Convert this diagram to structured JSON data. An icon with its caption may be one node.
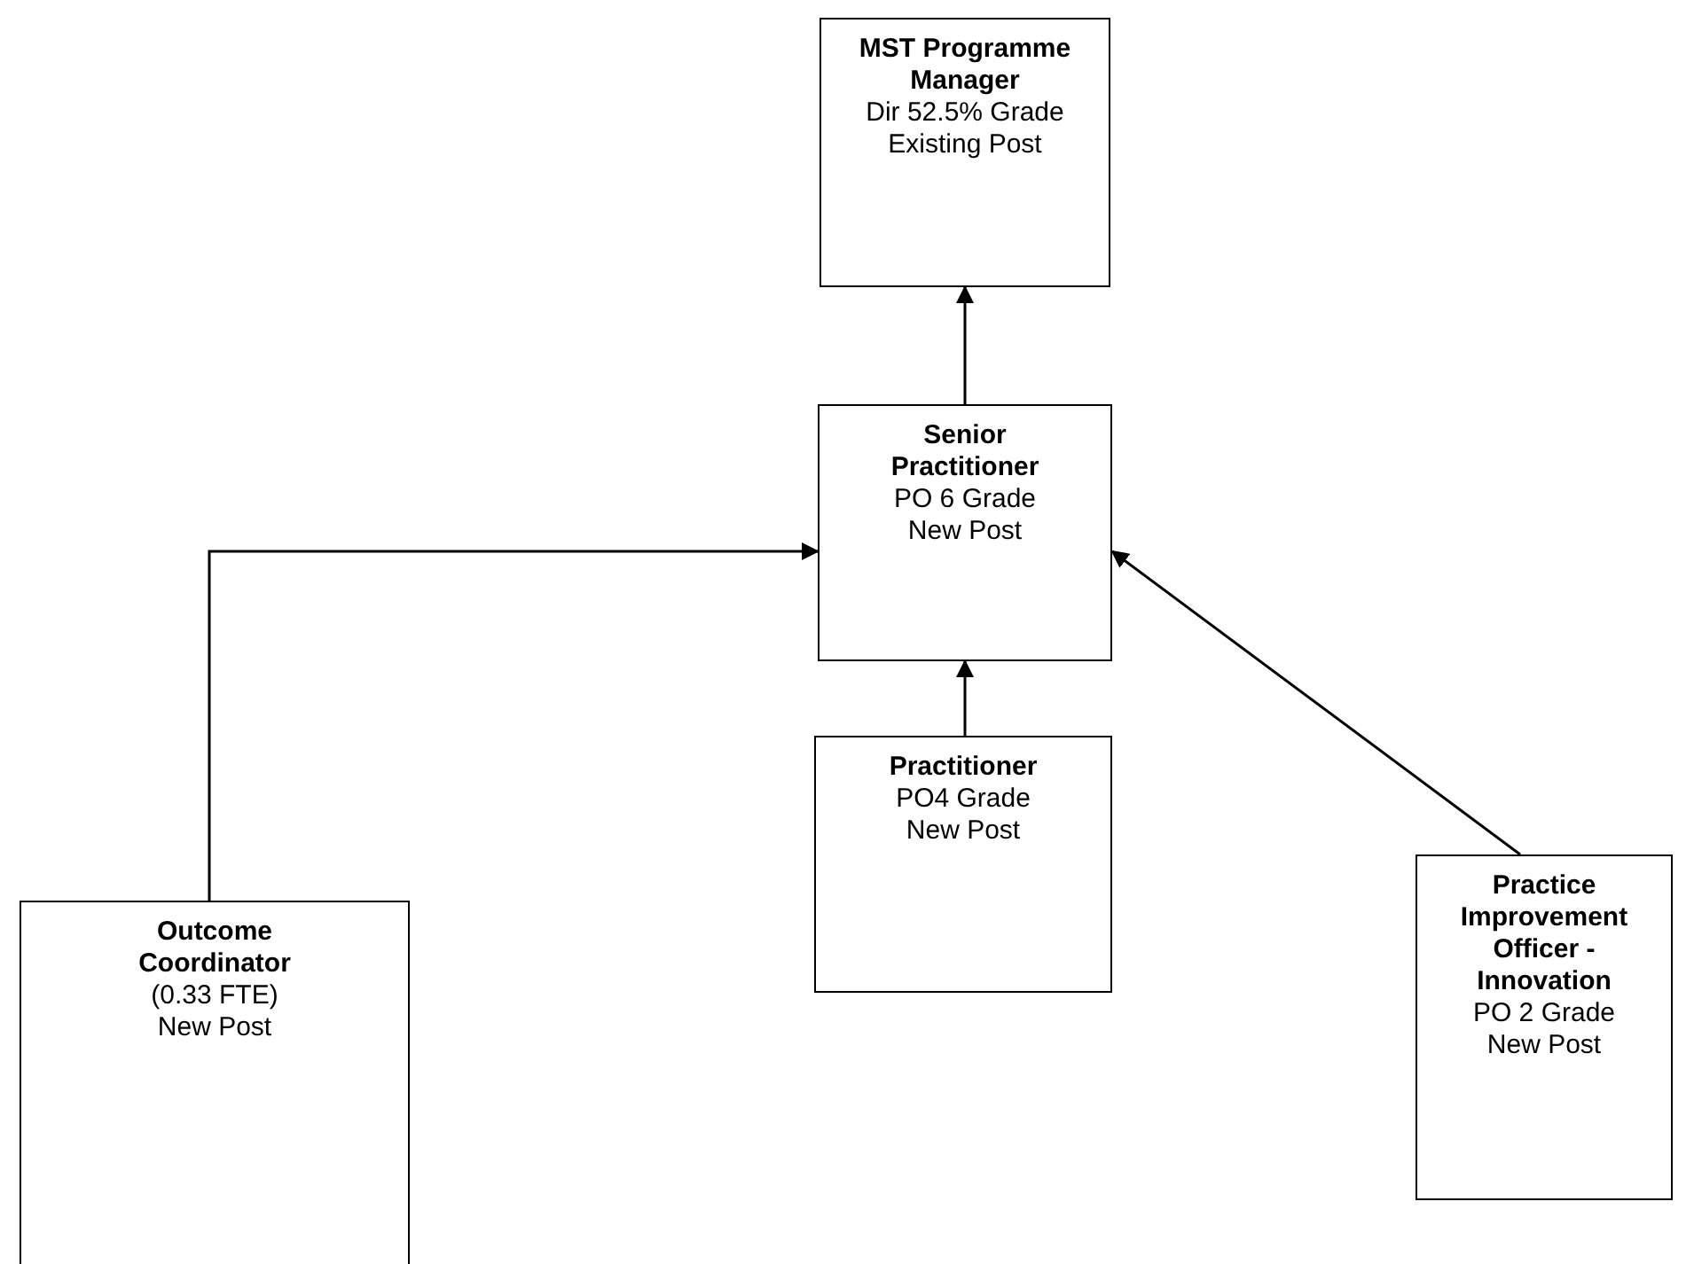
{
  "diagram": {
    "nodes": [
      {
        "text": [
          "MST Programme Manager",
          "Dir 52.5% Grade",
          "Existing Post"
        ]
      },
      {
        "text": [
          "Senior Practitioner",
          "PO 6 Grade",
          "New Post"
        ]
      },
      {
        "text": [
          "Practitioner",
          "PO4 Grade",
          "New Post"
        ]
      },
      {
        "text": [
          "Outcome Coordinator",
          "(0.33 FTE)",
          "New Post"
        ]
      },
      {
        "text": [
          "Practice Improvement Officer - Innovation",
          "PO 2 Grade",
          "New Post"
        ]
      }
    ],
    "edges": [
      {
        "from": 1,
        "to": 0,
        "arrow": "to"
      },
      {
        "from": 2,
        "to": 1,
        "arrow": "to"
      },
      {
        "from": 3,
        "to": 1,
        "arrow": "to"
      },
      {
        "from": 4,
        "to": 1,
        "arrow": "to"
      }
    ]
  }
}
